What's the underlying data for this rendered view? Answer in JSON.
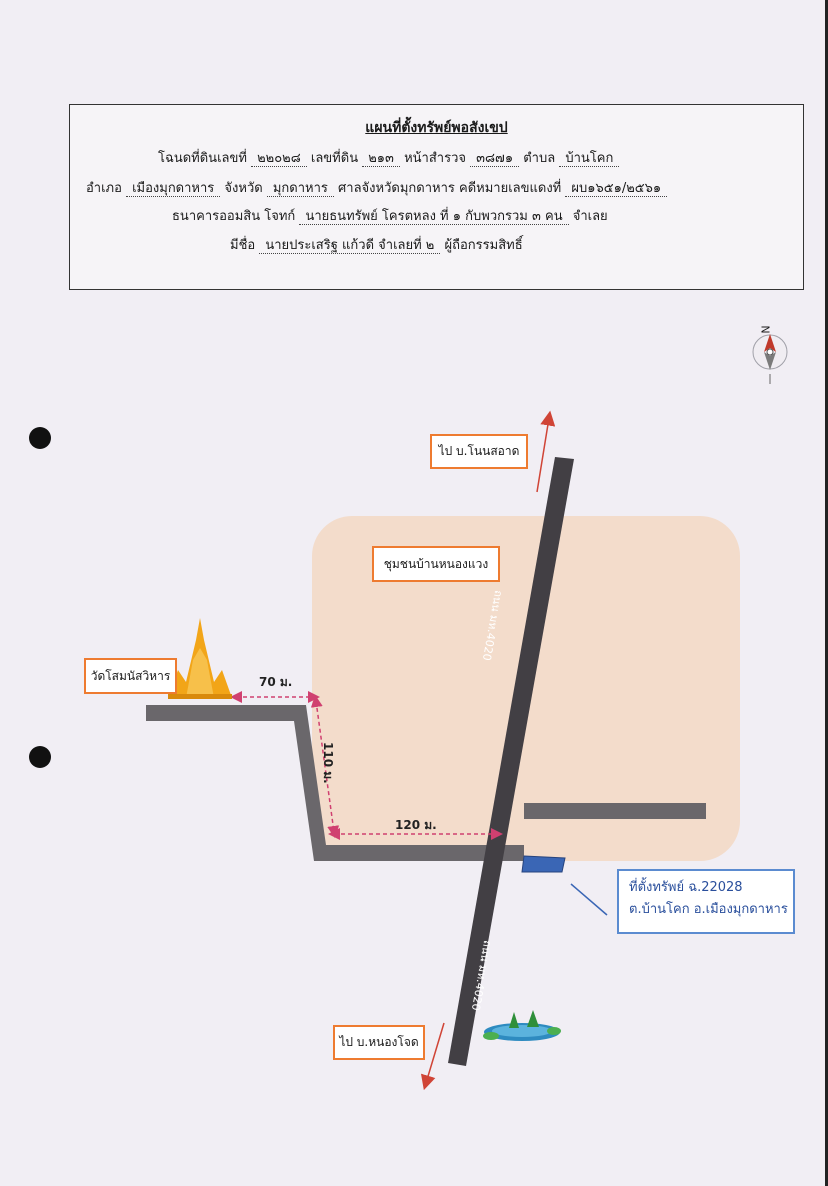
{
  "header": {
    "title": "แผนที่ตั้งทรัพย์พอสังเขป",
    "line1": {
      "deed_label": "โฉนดที่ดินเลขที่",
      "deed_no": "๒๒๐๒๘",
      "land_no_label": "เลขที่ดิน",
      "land_no": "๒๑๓",
      "survey_label": "หน้าสำรวจ",
      "survey_no": "๓๘๗๑",
      "subdistrict_label": "ตำบล",
      "subdistrict": "บ้านโคก"
    },
    "line2": {
      "district_label": "อำเภอ",
      "district": "เมืองมุกดาหาร",
      "province_label": "จังหวัด",
      "province": "มุกดาหาร",
      "court": "ศาลจังหวัดมุกดาหาร",
      "case_label": "คดีหมายเลขแดงที่",
      "case_no": "ผบ๑๖๕๑/๒๕๖๑"
    },
    "line3": {
      "bank": "ธนาคารออมสิน",
      "plaintiff_label": "โจทก์",
      "defendant": "นายธนทรัพย์ โครตหลง ที่ ๑ กับพวกรวม ๓ คน",
      "defendant_label": "จำเลย"
    },
    "line4": {
      "name_label": "มีชื่อ",
      "owner": "นายประเสริฐ แก้วดี จำเลยที่ ๒",
      "owner_label": "ผู้ถือกรรมสิทธิ์"
    }
  },
  "compass": {
    "north_letter": "N",
    "icon": "compass-icon"
  },
  "map": {
    "to_north": "ไป บ.โนนสอาด",
    "community": "ชุมชนบ้านหนองแวง",
    "road_top": "ถนน มห.4020",
    "road_bottom": "ถนน มห.4020",
    "temple": "วัดโสมนัสวิหาร",
    "dist_70": "70 ม.",
    "dist_110": "110 ม.",
    "dist_120": "120 ม.",
    "property_line1": "ที่ตั้งทรัพย์ ฉ.22028",
    "property_line2": "ต.บ้านโคก อ.เมืองมุกดาหาร",
    "to_south": "ไป บ.หนองโจด"
  },
  "colors": {
    "road": "#423f44",
    "community": "#f3dccb",
    "label_border": "#ee7b30",
    "property": "#3a66b5",
    "arrow": "#d04436",
    "temple": "#f2a518",
    "dim_line": "#d04070"
  }
}
